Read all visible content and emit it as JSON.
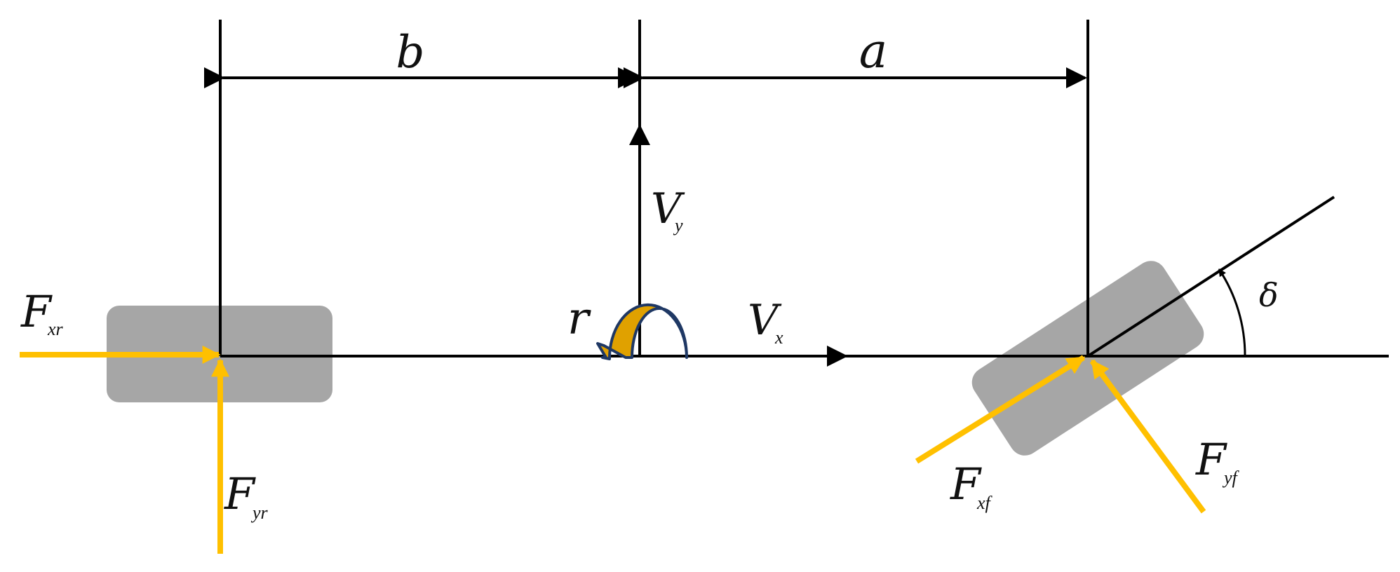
{
  "colors": {
    "line": "#000000",
    "force": "#FFC000",
    "tire": "#A6A6A6",
    "yaw_fill": "#E0A100",
    "yaw_outline": "#1F3864"
  },
  "labels": {
    "b": "b",
    "a": "a",
    "vy": {
      "main": "V",
      "sub": "y"
    },
    "vx": {
      "main": "V",
      "sub": "x"
    },
    "r": "r",
    "delta": "δ",
    "fxr": {
      "main": "F",
      "sub": "xr"
    },
    "fyr": {
      "main": "F",
      "sub": "yr"
    },
    "fxf": {
      "main": "F",
      "sub": "xf"
    },
    "fyf": {
      "main": "F",
      "sub": "yf"
    }
  }
}
